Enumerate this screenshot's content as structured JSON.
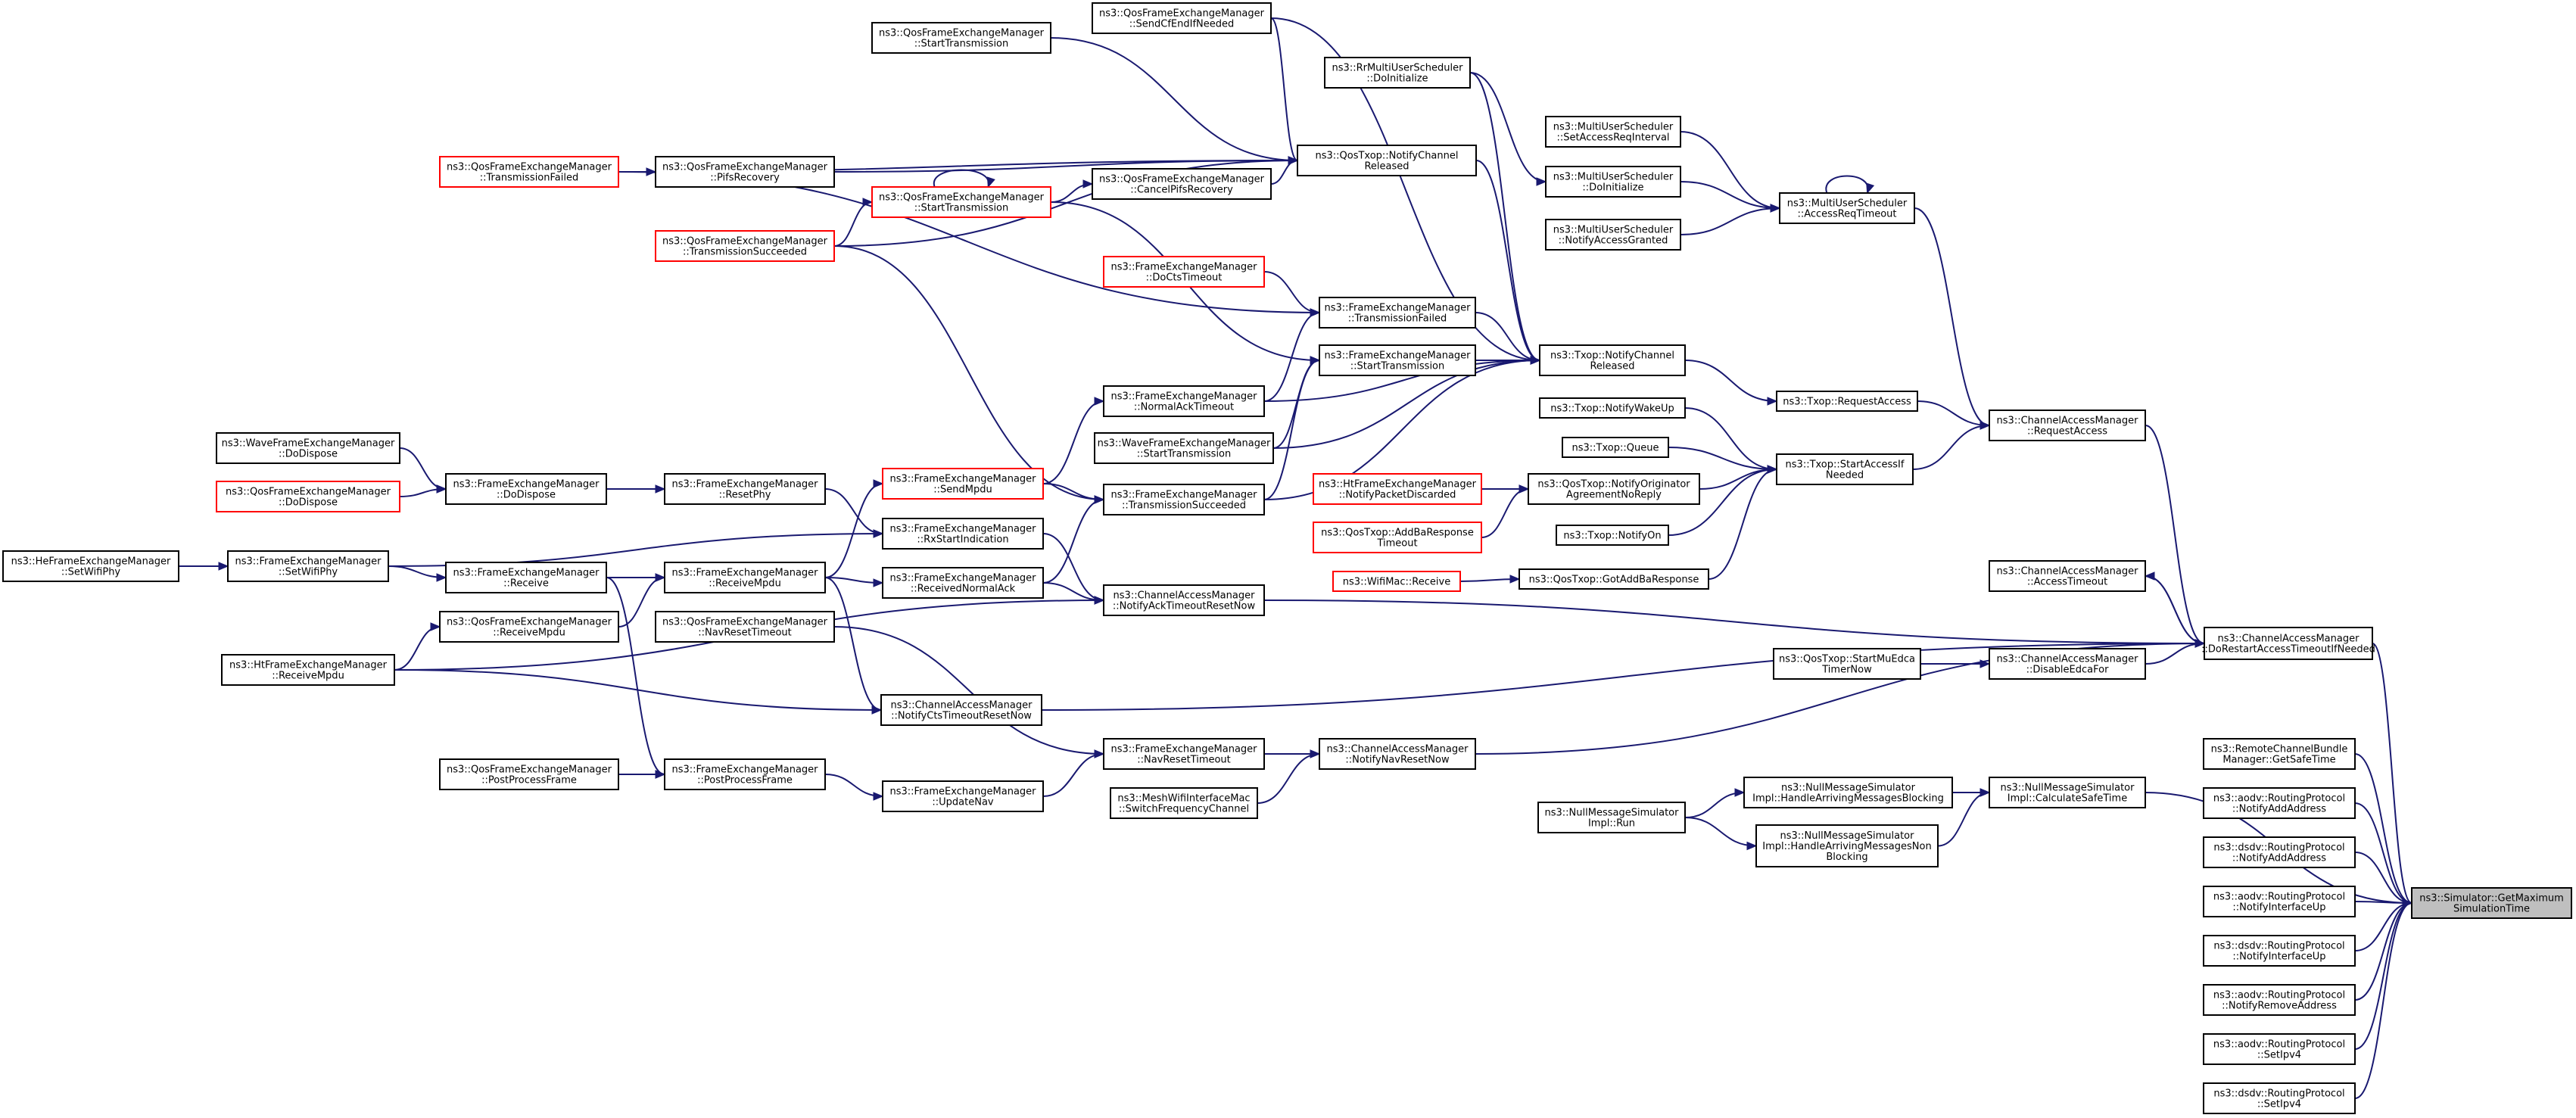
{
  "colors": {
    "edge": "#191970",
    "node_border": "#000000",
    "incomplete_border": "#ff0000",
    "focus_fill": "#bfbfbf",
    "node_fill": "#ffffff"
  },
  "nodes": [
    {
      "id": "getmax",
      "lines": [
        "ns3::Simulator::GetMaximum",
        "SimulationTime"
      ],
      "style": "focus"
    },
    {
      "id": "doRestart",
      "lines": [
        "ns3::ChannelAccessManager",
        "::DoRestartAccessTimeoutIfNeeded"
      ],
      "style": "normal"
    },
    {
      "id": "remoteChannel",
      "lines": [
        "ns3::RemoteChannelBundle",
        "Manager::GetSafeTime"
      ],
      "style": "normal"
    },
    {
      "id": "aodvAddAddr",
      "lines": [
        "ns3::aodv::RoutingProtocol",
        "::NotifyAddAddress"
      ],
      "style": "normal"
    },
    {
      "id": "dsdvAddAddr",
      "lines": [
        "ns3::dsdv::RoutingProtocol",
        "::NotifyAddAddress"
      ],
      "style": "normal"
    },
    {
      "id": "aodvIfUp",
      "lines": [
        "ns3::aodv::RoutingProtocol",
        "::NotifyInterfaceUp"
      ],
      "style": "normal"
    },
    {
      "id": "dsdvIfUp",
      "lines": [
        "ns3::dsdv::RoutingProtocol",
        "::NotifyInterfaceUp"
      ],
      "style": "normal"
    },
    {
      "id": "aodvRemove",
      "lines": [
        "ns3::aodv::RoutingProtocol",
        "::NotifyRemoveAddress"
      ],
      "style": "normal"
    },
    {
      "id": "aodvSetIpv4",
      "lines": [
        "ns3::aodv::RoutingProtocol",
        "::SetIpv4"
      ],
      "style": "normal"
    },
    {
      "id": "dsdvSetIpv4",
      "lines": [
        "ns3::dsdv::RoutingProtocol",
        "::SetIpv4"
      ],
      "style": "normal"
    },
    {
      "id": "cam_request",
      "lines": [
        "ns3::ChannelAccessManager",
        "::RequestAccess"
      ],
      "style": "normal"
    },
    {
      "id": "cam_accessTimeout",
      "lines": [
        "ns3::ChannelAccessManager",
        "::AccessTimeout"
      ],
      "style": "normal"
    },
    {
      "id": "cam_disableEdca",
      "lines": [
        "ns3::ChannelAccessManager",
        "::DisableEdcaFor"
      ],
      "style": "normal"
    },
    {
      "id": "cam_notifyAckTimeout",
      "lines": [
        "ns3::ChannelAccessManager",
        "::NotifyAckTimeoutResetNow"
      ],
      "style": "normal"
    },
    {
      "id": "cam_notifyCtsTimeout",
      "lines": [
        "ns3::ChannelAccessManager",
        "::NotifyCtsTimeoutResetNow"
      ],
      "style": "normal"
    },
    {
      "id": "cam_notifyNavReset",
      "lines": [
        "ns3::ChannelAccessManager",
        "::NotifyNavResetNow"
      ],
      "style": "normal"
    },
    {
      "id": "nms_calcSafe",
      "lines": [
        "ns3::NullMessageSimulator",
        "Impl::CalculateSafeTime"
      ],
      "style": "normal"
    },
    {
      "id": "nms_handleBlocking",
      "lines": [
        "ns3::NullMessageSimulator",
        "Impl::HandleArrivingMessagesBlocking"
      ],
      "style": "normal"
    },
    {
      "id": "nms_handleNonBlocking",
      "lines": [
        "ns3::NullMessageSimulator",
        "Impl::HandleArrivingMessagesNon",
        "Blocking"
      ],
      "style": "normal"
    },
    {
      "id": "nms_run",
      "lines": [
        "ns3::NullMessageSimulator",
        "Impl::Run"
      ],
      "style": "normal"
    },
    {
      "id": "mus_accessReqTimeout",
      "lines": [
        "ns3::MultiUserScheduler",
        "::AccessReqTimeout"
      ],
      "style": "normal"
    },
    {
      "id": "mus_setAccessReqInterval",
      "lines": [
        "ns3::MultiUserScheduler",
        "::SetAccessReqInterval"
      ],
      "style": "normal"
    },
    {
      "id": "mus_doInit",
      "lines": [
        "ns3::MultiUserScheduler",
        "::DoInitialize"
      ],
      "style": "normal"
    },
    {
      "id": "mus_notifyGranted",
      "lines": [
        "ns3::MultiUserScheduler",
        "::NotifyAccessGranted"
      ],
      "style": "normal"
    },
    {
      "id": "rr_doInit",
      "lines": [
        "ns3::RrMultiUserScheduler",
        "::DoInitialize"
      ],
      "style": "normal"
    },
    {
      "id": "txop_request",
      "lines": [
        "ns3::Txop::RequestAccess"
      ],
      "style": "normal"
    },
    {
      "id": "txop_startAccess",
      "lines": [
        "ns3::Txop::StartAccessIf",
        "Needed"
      ],
      "style": "normal"
    },
    {
      "id": "txop_notifyChannelReleased",
      "lines": [
        "ns3::Txop::NotifyChannel",
        "Released"
      ],
      "style": "normal"
    },
    {
      "id": "txop_notifyWakeUp",
      "lines": [
        "ns3::Txop::NotifyWakeUp"
      ],
      "style": "normal"
    },
    {
      "id": "txop_queue",
      "lines": [
        "ns3::Txop::Queue"
      ],
      "style": "normal"
    },
    {
      "id": "txop_notifyOn",
      "lines": [
        "ns3::Txop::NotifyOn"
      ],
      "style": "normal"
    },
    {
      "id": "qtxop_notifyOrig",
      "lines": [
        "ns3::QosTxop::NotifyOriginator",
        "AgreementNoReply"
      ],
      "style": "normal"
    },
    {
      "id": "qtxop_gotAddBa",
      "lines": [
        "ns3::QosTxop::GotAddBaResponse"
      ],
      "style": "normal"
    },
    {
      "id": "qtxop_startMuEdca",
      "lines": [
        "ns3::QosTxop::StartMuEdca",
        "TimerNow"
      ],
      "style": "normal"
    },
    {
      "id": "qtxop_notifyChannelReleased",
      "lines": [
        "ns3::QosTxop::NotifyChannel",
        "Released"
      ],
      "style": "normal"
    },
    {
      "id": "qtxop_addBaTimeout",
      "lines": [
        "ns3::QosTxop::AddBaResponse",
        "Timeout"
      ],
      "style": "incomplete"
    },
    {
      "id": "ht_notifyPacketDiscarded",
      "lines": [
        "ns3::HtFrameExchangeManager",
        "::NotifyPacketDiscarded"
      ],
      "style": "incomplete"
    },
    {
      "id": "wifimac_receive",
      "lines": [
        "ns3::WifiMac::Receive"
      ],
      "style": "incomplete"
    },
    {
      "id": "fem_transmissionFailed",
      "lines": [
        "ns3::FrameExchangeManager",
        "::TransmissionFailed"
      ],
      "style": "normal"
    },
    {
      "id": "fem_startTransmission",
      "lines": [
        "ns3::FrameExchangeManager",
        "::StartTransmission"
      ],
      "style": "normal"
    },
    {
      "id": "fem_normalAckTimeout",
      "lines": [
        "ns3::FrameExchangeManager",
        "::NormalAckTimeout"
      ],
      "style": "normal"
    },
    {
      "id": "fem_transmissionSucceeded",
      "lines": [
        "ns3::FrameExchangeManager",
        "::TransmissionSucceeded"
      ],
      "style": "normal"
    },
    {
      "id": "fem_doCtsTimeout",
      "lines": [
        "ns3::FrameExchangeManager",
        "::DoCtsTimeout"
      ],
      "style": "incomplete"
    },
    {
      "id": "fem_sendMpdu",
      "lines": [
        "ns3::FrameExchangeManager",
        "::SendMpdu"
      ],
      "style": "incomplete"
    },
    {
      "id": "fem_rxStartIndication",
      "lines": [
        "ns3::FrameExchangeManager",
        "::RxStartIndication"
      ],
      "style": "normal"
    },
    {
      "id": "fem_receivedNormalAck",
      "lines": [
        "ns3::FrameExchangeManager",
        "::ReceivedNormalAck"
      ],
      "style": "normal"
    },
    {
      "id": "fem_navResetTimeout",
      "lines": [
        "ns3::FrameExchangeManager",
        "::NavResetTimeout"
      ],
      "style": "normal"
    },
    {
      "id": "fem_updateNav",
      "lines": [
        "ns3::FrameExchangeManager",
        "::UpdateNav"
      ],
      "style": "normal"
    },
    {
      "id": "fem_resetPhy",
      "lines": [
        "ns3::FrameExchangeManager",
        "::ResetPhy"
      ],
      "style": "normal"
    },
    {
      "id": "fem_receiveMpdu",
      "lines": [
        "ns3::FrameExchangeManager",
        "::ReceiveMpdu"
      ],
      "style": "normal"
    },
    {
      "id": "fem_postProcessFrame",
      "lines": [
        "ns3::FrameExchangeManager",
        "::PostProcessFrame"
      ],
      "style": "normal"
    },
    {
      "id": "fem_doDispose",
      "lines": [
        "ns3::FrameExchangeManager",
        "::DoDispose"
      ],
      "style": "normal"
    },
    {
      "id": "fem_receive",
      "lines": [
        "ns3::FrameExchangeManager",
        "::Receive"
      ],
      "style": "normal"
    },
    {
      "id": "fem_setWifiPhy",
      "lines": [
        "ns3::FrameExchangeManager",
        "::SetWifiPhy"
      ],
      "style": "normal"
    },
    {
      "id": "wave_startTransmission",
      "lines": [
        "ns3::WaveFrameExchangeManager",
        "::StartTransmission"
      ],
      "style": "normal"
    },
    {
      "id": "wave_doDispose",
      "lines": [
        "ns3::WaveFrameExchangeManager",
        "::DoDispose"
      ],
      "style": "normal"
    },
    {
      "id": "mesh_switchFreq",
      "lines": [
        "ns3::MeshWifiInterfaceMac",
        "::SwitchFrequencyChannel"
      ],
      "style": "normal"
    },
    {
      "id": "qfem_sendCfEndIfNeeded",
      "lines": [
        "ns3::QosFrameExchangeManager",
        "::SendCfEndIfNeeded"
      ],
      "style": "normal"
    },
    {
      "id": "qfem_startTransmission_top",
      "lines": [
        "ns3::QosFrameExchangeManager",
        "::StartTransmission"
      ],
      "style": "normal"
    },
    {
      "id": "qfem_cancelPifs",
      "lines": [
        "ns3::QosFrameExchangeManager",
        "::CancelPifsRecovery"
      ],
      "style": "normal"
    },
    {
      "id": "qfem_startTransmission",
      "lines": [
        "ns3::QosFrameExchangeManager",
        "::StartTransmission"
      ],
      "style": "incomplete"
    },
    {
      "id": "qfem_pifsRecovery",
      "lines": [
        "ns3::QosFrameExchangeManager",
        "::PifsRecovery"
      ],
      "style": "normal"
    },
    {
      "id": "qfem_transmissionSucceeded",
      "lines": [
        "ns3::QosFrameExchangeManager",
        "::TransmissionSucceeded"
      ],
      "style": "incomplete"
    },
    {
      "id": "qfem_transmissionFailed",
      "lines": [
        "ns3::QosFrameExchangeManager",
        "::TransmissionFailed"
      ],
      "style": "incomplete"
    },
    {
      "id": "qfem_doDispose",
      "lines": [
        "ns3::QosFrameExchangeManager",
        "::DoDispose"
      ],
      "style": "incomplete"
    },
    {
      "id": "qfem_receiveMpdu",
      "lines": [
        "ns3::QosFrameExchangeManager",
        "::ReceiveMpdu"
      ],
      "style": "normal"
    },
    {
      "id": "qfem_navResetTimeout",
      "lines": [
        "ns3::QosFrameExchangeManager",
        "::NavResetTimeout"
      ],
      "style": "normal"
    },
    {
      "id": "qfem_postProcessFrame",
      "lines": [
        "ns3::QosFrameExchangeManager",
        "::PostProcessFrame"
      ],
      "style": "normal"
    },
    {
      "id": "ht_receiveMpdu",
      "lines": [
        "ns3::HtFrameExchangeManager",
        "::ReceiveMpdu"
      ],
      "style": "normal"
    },
    {
      "id": "he_setWifiPhy",
      "lines": [
        "ns3::HeFrameExchangeManager",
        "::SetWifiPhy"
      ],
      "style": "normal"
    }
  ],
  "edges": [
    [
      "doRestart",
      "getmax"
    ],
    [
      "remoteChannel",
      "getmax"
    ],
    [
      "aodvAddAddr",
      "getmax"
    ],
    [
      "dsdvAddAddr",
      "getmax"
    ],
    [
      "aodvIfUp",
      "getmax"
    ],
    [
      "dsdvIfUp",
      "getmax"
    ],
    [
      "aodvRemove",
      "getmax"
    ],
    [
      "aodvSetIpv4",
      "getmax"
    ],
    [
      "dsdvSetIpv4",
      "getmax"
    ],
    [
      "nms_calcSafe",
      "getmax"
    ],
    [
      "cam_request",
      "doRestart"
    ],
    [
      "cam_accessTimeout",
      "doRestart"
    ],
    [
      "doRestart",
      "cam_accessTimeout"
    ],
    [
      "cam_disableEdca",
      "doRestart"
    ],
    [
      "cam_notifyAckTimeout",
      "doRestart"
    ],
    [
      "cam_notifyCtsTimeout",
      "doRestart"
    ],
    [
      "cam_notifyNavReset",
      "doRestart"
    ],
    [
      "nms_handleBlocking",
      "nms_calcSafe"
    ],
    [
      "nms_handleNonBlocking",
      "nms_calcSafe"
    ],
    [
      "nms_run",
      "nms_handleBlocking"
    ],
    [
      "nms_run",
      "nms_handleNonBlocking"
    ],
    [
      "mus_accessReqTimeout",
      "cam_request"
    ],
    [
      "txop_request",
      "cam_request"
    ],
    [
      "txop_startAccess",
      "cam_request"
    ],
    [
      "mus_accessReqTimeout",
      "mus_accessReqTimeout"
    ],
    [
      "mus_setAccessReqInterval",
      "mus_accessReqTimeout"
    ],
    [
      "mus_doInit",
      "mus_accessReqTimeout"
    ],
    [
      "mus_notifyGranted",
      "mus_accessReqTimeout"
    ],
    [
      "rr_doInit",
      "mus_doInit"
    ],
    [
      "txop_notifyChannelReleased",
      "txop_request"
    ],
    [
      "txop_notifyWakeUp",
      "txop_startAccess"
    ],
    [
      "txop_queue",
      "txop_startAccess"
    ],
    [
      "txop_notifyOn",
      "txop_startAccess"
    ],
    [
      "qtxop_notifyOrig",
      "txop_startAccess"
    ],
    [
      "qtxop_gotAddBa",
      "txop_startAccess"
    ],
    [
      "ht_notifyPacketDiscarded",
      "qtxop_notifyOrig"
    ],
    [
      "qtxop_addBaTimeout",
      "qtxop_notifyOrig"
    ],
    [
      "wifimac_receive",
      "qtxop_gotAddBa"
    ],
    [
      "qtxop_startMuEdca",
      "cam_disableEdca"
    ],
    [
      "qtxop_notifyChannelReleased",
      "txop_notifyChannelReleased"
    ],
    [
      "rr_doInit",
      "txop_notifyChannelReleased"
    ],
    [
      "fem_transmissionFailed",
      "txop_notifyChannelReleased"
    ],
    [
      "fem_startTransmission",
      "txop_notifyChannelReleased"
    ],
    [
      "fem_normalAckTimeout",
      "txop_notifyChannelReleased"
    ],
    [
      "fem_transmissionSucceeded",
      "txop_notifyChannelReleased"
    ],
    [
      "wave_startTransmission",
      "txop_notifyChannelReleased"
    ],
    [
      "qfem_sendCfEndIfNeeded",
      "txop_notifyChannelReleased"
    ],
    [
      "qfem_transmissionFailed",
      "fem_transmissionFailed"
    ],
    [
      "fem_doCtsTimeout",
      "fem_transmissionFailed"
    ],
    [
      "fem_normalAckTimeout",
      "fem_transmissionFailed"
    ],
    [
      "qfem_startTransmission",
      "fem_startTransmission"
    ],
    [
      "wave_startTransmission",
      "fem_startTransmission"
    ],
    [
      "fem_transmissionSucceeded",
      "fem_startTransmission"
    ],
    [
      "fem_sendMpdu",
      "fem_normalAckTimeout"
    ],
    [
      "fem_sendMpdu",
      "fem_transmissionSucceeded"
    ],
    [
      "qfem_transmissionSucceeded",
      "fem_transmissionSucceeded"
    ],
    [
      "fem_receivedNormalAck",
      "fem_transmissionSucceeded"
    ],
    [
      "qfem_sendCfEndIfNeeded",
      "qtxop_notifyChannelReleased"
    ],
    [
      "qfem_startTransmission_top",
      "qtxop_notifyChannelReleased"
    ],
    [
      "qfem_cancelPifs",
      "qtxop_notifyChannelReleased"
    ],
    [
      "qfem_pifsRecovery",
      "qtxop_notifyChannelReleased"
    ],
    [
      "qfem_transmissionFailed",
      "qtxop_notifyChannelReleased"
    ],
    [
      "qfem_transmissionSucceeded",
      "qtxop_notifyChannelReleased"
    ],
    [
      "qfem_startTransmission",
      "qfem_cancelPifs"
    ],
    [
      "qfem_startTransmission",
      "qfem_startTransmission"
    ],
    [
      "qfem_transmissionSucceeded",
      "qfem_startTransmission"
    ],
    [
      "qfem_transmissionFailed",
      "qfem_pifsRecovery"
    ],
    [
      "fem_receiveMpdu",
      "fem_sendMpdu"
    ],
    [
      "fem_rxStartIndication",
      "cam_notifyAckTimeout"
    ],
    [
      "fem_receivedNormalAck",
      "cam_notifyAckTimeout"
    ],
    [
      "ht_receiveMpdu",
      "cam_notifyAckTimeout"
    ],
    [
      "fem_receiveMpdu",
      "cam_notifyCtsTimeout"
    ],
    [
      "ht_receiveMpdu",
      "cam_notifyCtsTimeout"
    ],
    [
      "fem_navResetTimeout",
      "cam_notifyNavReset"
    ],
    [
      "mesh_switchFreq",
      "cam_notifyNavReset"
    ],
    [
      "fem_updateNav",
      "fem_navResetTimeout"
    ],
    [
      "qfem_navResetTimeout",
      "fem_navResetTimeout"
    ],
    [
      "fem_resetPhy",
      "fem_rxStartIndication"
    ],
    [
      "fem_setWifiPhy",
      "fem_rxStartIndication"
    ],
    [
      "fem_receiveMpdu",
      "fem_receivedNormalAck"
    ],
    [
      "fem_postProcessFrame",
      "fem_updateNav"
    ],
    [
      "fem_doDispose",
      "fem_resetPhy"
    ],
    [
      "fem_receive",
      "fem_receiveMpdu"
    ],
    [
      "qfem_receiveMpdu",
      "fem_receiveMpdu"
    ],
    [
      "fem_receive",
      "fem_postProcessFrame"
    ],
    [
      "qfem_postProcessFrame",
      "fem_postProcessFrame"
    ],
    [
      "wave_doDispose",
      "fem_doDispose"
    ],
    [
      "qfem_doDispose",
      "fem_doDispose"
    ],
    [
      "fem_setWifiPhy",
      "fem_receive"
    ],
    [
      "he_setWifiPhy",
      "fem_setWifiPhy"
    ],
    [
      "ht_receiveMpdu",
      "qfem_receiveMpdu"
    ]
  ]
}
